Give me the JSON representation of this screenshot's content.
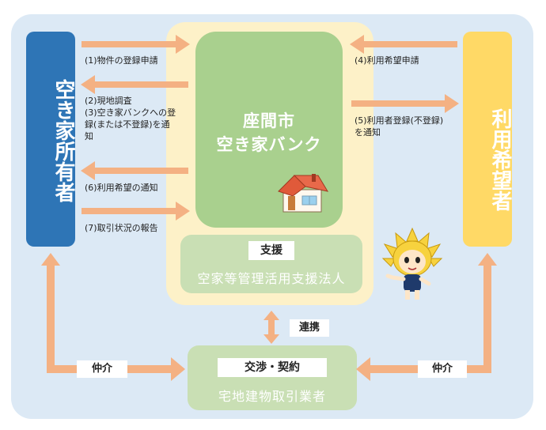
{
  "colors": {
    "owner": "#2e75b6",
    "user": "#ffd966",
    "arrow": "#f4b183",
    "bank_green": "#a9d08e",
    "bank_bg": "#fdf1c8",
    "panel": "#dce9f5"
  },
  "owner_label": "空き家所有者",
  "user_label": "利用希望者",
  "bank": {
    "line1": "座間市",
    "line2": "空き家バンク"
  },
  "support": {
    "tag": "支援",
    "name": "空家等管理活用支援法人"
  },
  "dealer": {
    "tag": "交渉・契約",
    "name": "宅地建物取引業者"
  },
  "links": {
    "cooperation": "連携",
    "mediation_left": "仲介",
    "mediation_right": "仲介"
  },
  "steps": {
    "s1": "(1)物件の登録申請",
    "s2": "(2)現地調査",
    "s3a": "(3)空き家バンクへの登",
    "s3b": "録(または不登録)を通",
    "s3c": "知",
    "s4": "(4)利用希望申請",
    "s5a": "(5)利用者登録(不登録)",
    "s5b": "を通知",
    "s6": "(6)利用希望の通知",
    "s7": "(7)取引状況の報告"
  },
  "icons": {
    "house": "house-icon",
    "mascot": "mascot-character"
  }
}
